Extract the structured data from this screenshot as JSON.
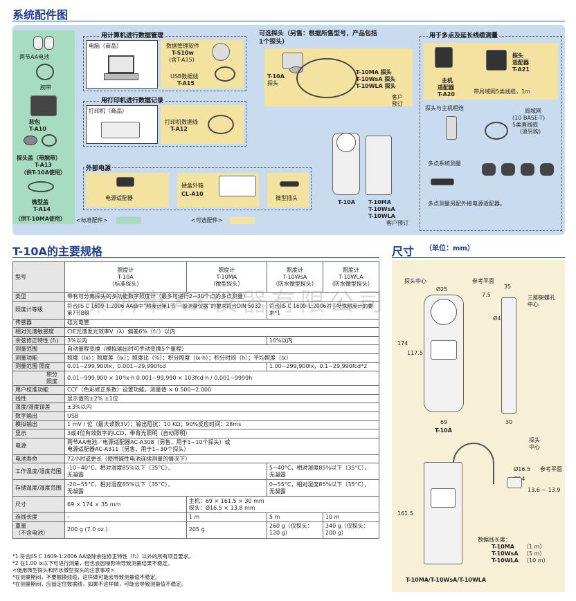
{
  "system": {
    "title": "系统配件图",
    "standard_items": [
      {
        "label": "两节AA电池"
      },
      {
        "label": "腕带"
      },
      {
        "label": "软包",
        "code": "T-A10"
      },
      {
        "label": "探头盖（带腕带）",
        "code": "T-A13",
        "note": "（供T-10A使用）"
      },
      {
        "label": "微型盖",
        "code": "T-A14",
        "note": "（供T-10MA使用）"
      }
    ],
    "pc": {
      "section": "用计算机进行数据管理",
      "computer": "电脑（商品）",
      "software": "数据管理软件",
      "software_code": "T-S10w",
      "software_note": "(含T-A15)",
      "usb": "USB数据线",
      "usb_code": "T-A15"
    },
    "printer": {
      "section": "用打印机进行数据记录",
      "printer": "打印机（商品）",
      "cable": "打印机数据线",
      "cable_code": "T-A12"
    },
    "power": {
      "section": "外部电源",
      "adapter": "电源适配器",
      "case": "硬盒外箱",
      "case_code": "CL-A10",
      "plug": "微型插头"
    },
    "probes": {
      "section": "可选探头（另售：根据所售型号，产品包括",
      "section2": "1个探头）",
      "t10a": "T-10A",
      "t10a_sub": "探头",
      "t10ma": "T-10MA 探头",
      "t10wsa": "T-10WsA 探头",
      "t10wla": "T-10WLA 探头",
      "custom": "客户",
      "custom2": "预订",
      "unit_a": "T-10A",
      "unit_b1": "T-10MA",
      "unit_b2": "T-10WsA",
      "unit_b3": "T-10WLA",
      "custom_order": "客户预订"
    },
    "multi": {
      "section": "用于多点及延长线缆测量",
      "main_adapter": "主机",
      "main_adapter2": "适配器",
      "main_adapter_code": "T-A20",
      "probe_adapter": "探头",
      "probe_adapter2": "适配器",
      "probe_adapter_code": "T-A21",
      "lan_note": "带局域网5类线缆，1m",
      "connect": "探头与主机相连",
      "lan": "局域网",
      "lan2": "(10 BASE-T)",
      "lan3": "5类直线缆",
      "lan4": "（须另购）",
      "multipoint": "多点系统测量",
      "multipoint_note": "多点测量另配外接电源适配器。"
    },
    "legend": {
      "standard": "<标准配件>",
      "optional": "<可选配件>"
    }
  },
  "specs": {
    "title": "T-10A的主要规格",
    "header": {
      "model": "型号",
      "cols": [
        {
          "l1": "照度计",
          "l2": "T-10A",
          "l3": "（标准探头）"
        },
        {
          "l1": "照度计",
          "l2": "T-10MA",
          "l3": "（微型探头）"
        },
        {
          "l1": "照度计",
          "l2": "T-10WsA",
          "l3": "（防水微型探头）"
        },
        {
          "l1": "照度计",
          "l2": "T-10WLA",
          "l3": "（防水微型探头）"
        }
      ]
    },
    "rows": [
      {
        "k": "类型",
        "v": "带有可分离探头的多功能数字照度计（最多可进行2~30个点的多点测量）"
      },
      {
        "k": "照度计等级",
        "v": "符合JIS C 1609-1:2006 AA级中“照度计第1节 一般测量仪器”的要求符合DIN 5032第7节B级",
        "v2": "符合JIS C 1609-1:2006对于特殊照度计的要求*1"
      },
      {
        "k": "传感器",
        "v": "硅光电管"
      },
      {
        "k": "相对光谱敏感度",
        "v": "CIE光谱发光效率V（λ）偏差6%（f₁'）以内"
      },
      {
        "k": "余弦修正特性 (f₂)",
        "v": "3%以内",
        "v2": "10%以内"
      },
      {
        "k": "测量范围",
        "v": "自动量程变换（模拟输出时可手动变换5个量程）"
      },
      {
        "k": "测量功能",
        "v": "照度（lx）；照度差（lx）；照度比（%）；积分照度（lx·h）；积分时间（h）；平均照度（lx）"
      },
      {
        "k": "测量范围 照度",
        "v": "0.01~299,900lx，0.001~29,990fcd",
        "v2": "1.00~299,900lx，0.1~29,990fcd*2"
      },
      {
        "k": "积分照度",
        "v": "0.01~999,900 × 10³lx·h  0.001~99,990 × 103fcd·h / 0.001~9999h"
      },
      {
        "k": "用户校准功能",
        "v": "CCF（色彩修正系数）设置功能，测量值 × 0.500~2.000"
      },
      {
        "k": "线性",
        "v": "显示值的±2% ±1位"
      },
      {
        "k": "温度/湿度误差",
        "v": "±3%以内"
      },
      {
        "k": "数字输出",
        "v": "USB"
      },
      {
        "k": "模拟输出",
        "v": "1 mV / 位（最大读数3V）；输出阻抗：10 KΩ；90%反应时间：28ms"
      },
      {
        "k": "显示",
        "v": "3或4位有效数字的LCD，带背光照明（自动照明）"
      },
      {
        "k": "电源",
        "v": "两节AA电池／电源适配器AC-A308（另售，用于1~10个探头）或",
        "v3": "电源适配器AC-A311（另售，用于1~30个探头）"
      },
      {
        "k": "电池寿命",
        "v": "72小时或更长（使用碱性电池连续测量的情况下）"
      },
      {
        "k": "工作温度/湿度范围",
        "v": "-10~40°C，相对湿度85%以下（35°C），",
        "v3": "无凝露",
        "v2": "5~40°C，相对湿度85%以下（35°C），",
        "v4": "无凝露"
      },
      {
        "k": "存储温度/湿度范围",
        "v": "-20~55°C，相对湿度85%以下（35°C），",
        "v3": "无凝露",
        "v2": "0~55°C，相对湿度85%以下（35°C），",
        "v4": "无凝露"
      },
      {
        "k": "尺寸",
        "v": "69 × 174 × 35 mm",
        "v2": "主机：69 × 161.5 × 30 mm",
        "v4": "探头：Ø16.5 × 13.8 mm"
      },
      {
        "k": "连线长度",
        "v": "–",
        "c2": "1 m",
        "c3": "5 m",
        "c4": "10 m"
      },
      {
        "k": "重量",
        "k2": "（不含电池）",
        "v": "200 g (7.0 oz.)",
        "c2": "205 g",
        "c3": "260 g（仅探头：",
        "c3b": "120 g）",
        "c4": "340 g（仅探头：",
        "c4b": "200 g）"
      }
    ],
    "notes": [
      "*1 符合JIS C 1609-1:2006 AA级除余弦修正特性（f₂）以外的所有项目要求。",
      "*2 在1.00 lx以下可进行测量，但也会因噪影响导致测量结果不稳定。",
      "<使用微型探头和防水微型探头的注意事项>",
      "*在测量期间，不要触摸线缆，这样做可能会导致测量值不稳定。",
      "*在测量期间，应固定住数据线，如果不这样做，可能会导致测量值不稳定。"
    ]
  },
  "dimensions": {
    "title": "尺寸",
    "unit": "（单位：mm）",
    "probe_center": "探头中心",
    "ref_plane": "参考平面",
    "tripod": "三脚架螺孔",
    "tripod2": "中心",
    "d25": "Ø25",
    "d35": "35",
    "d75": "7.5",
    "d42": "Ø4.2",
    "h174": "174",
    "h117": "117.5",
    "w69": "69",
    "w30": "30",
    "model_a": "T-10A",
    "probe_center2": "探头",
    "probe_center3": "中心",
    "d165": "Ø16.5",
    "d14": "Ø14",
    "ref_plane2": "参考平面",
    "range": "13.6 ~ 13.9",
    "h1615": "161.5",
    "cable_len": "数据线长度：",
    "c1": "T-10MA",
    "c1v": "（1 m）",
    "c2": "T-10WsA",
    "c2v": "（5 m）",
    "c3": "T-10WLA",
    "c3v": "（10 m）",
    "model_b": "T-10MA/T-10WsA/T-10WLA"
  },
  "watermark": "深圳市XX仪器有限公司"
}
